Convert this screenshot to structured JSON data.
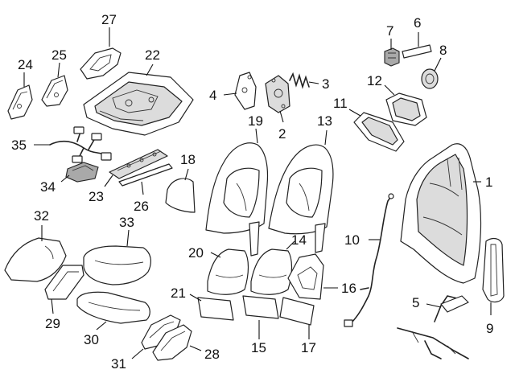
{
  "diagram": {
    "callouts": [
      {
        "id": "c1",
        "text": "1"
      },
      {
        "id": "c2",
        "text": "2"
      },
      {
        "id": "c3",
        "text": "3"
      },
      {
        "id": "c4",
        "text": "4"
      },
      {
        "id": "c5",
        "text": "5"
      },
      {
        "id": "c6",
        "text": "6"
      },
      {
        "id": "c7",
        "text": "7"
      },
      {
        "id": "c8",
        "text": "8"
      },
      {
        "id": "c9",
        "text": "9"
      },
      {
        "id": "c10",
        "text": "10"
      },
      {
        "id": "c11",
        "text": "11"
      },
      {
        "id": "c12",
        "text": "12"
      },
      {
        "id": "c13",
        "text": "13"
      },
      {
        "id": "c14",
        "text": "14"
      },
      {
        "id": "c15",
        "text": "15"
      },
      {
        "id": "c16",
        "text": "16"
      },
      {
        "id": "c17",
        "text": "17"
      },
      {
        "id": "c18",
        "text": "18"
      },
      {
        "id": "c19",
        "text": "19"
      },
      {
        "id": "c20",
        "text": "20"
      },
      {
        "id": "c21",
        "text": "21"
      },
      {
        "id": "c22",
        "text": "22"
      },
      {
        "id": "c23",
        "text": "23"
      },
      {
        "id": "c24",
        "text": "24"
      },
      {
        "id": "c25",
        "text": "25"
      },
      {
        "id": "c26",
        "text": "26"
      },
      {
        "id": "c27",
        "text": "27"
      },
      {
        "id": "c28",
        "text": "28"
      },
      {
        "id": "c29",
        "text": "29"
      },
      {
        "id": "c30",
        "text": "30"
      },
      {
        "id": "c31",
        "text": "31"
      },
      {
        "id": "c32",
        "text": "32"
      },
      {
        "id": "c33",
        "text": "33"
      },
      {
        "id": "c34",
        "text": "34"
      },
      {
        "id": "c35",
        "text": "35"
      }
    ]
  }
}
